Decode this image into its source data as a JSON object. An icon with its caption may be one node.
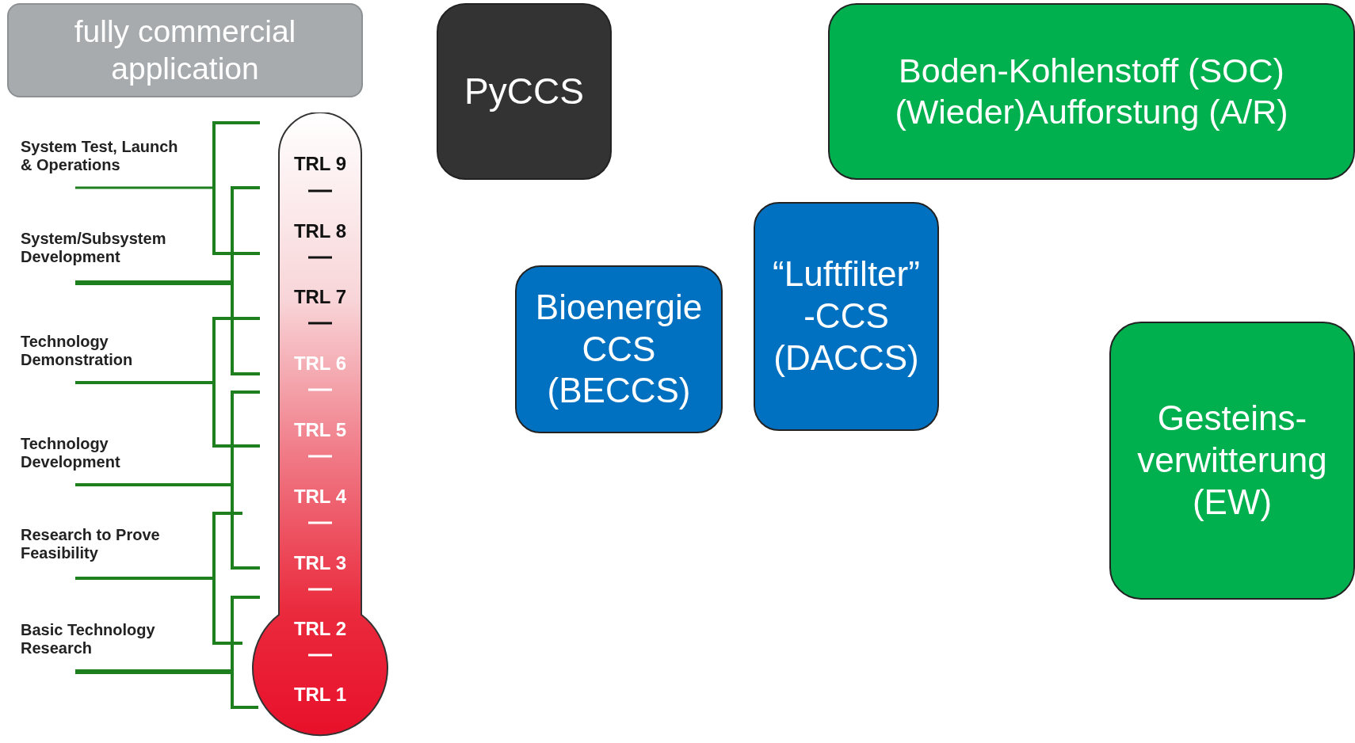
{
  "diagram": {
    "nodes": [
      {
        "text": [
          "fully commercial application"
        ]
      },
      {
        "text": [
          "PyCCS"
        ]
      },
      {
        "text": [
          "Boden-Kohlenstoff (SOC)",
          "(Wieder)Aufforstung (A/R)"
        ]
      },
      {
        "text": [
          "“Luftfilter” -CCS (DACCS)"
        ]
      },
      {
        "text": [
          "Bioenergie CCS (BECCS)"
        ]
      },
      {
        "text": [
          "Gesteins- verwitterung (EW)"
        ]
      },
      {
        "text": [
          "TRL 9",
          "TRL 8",
          "TRL 7",
          "TRL 6",
          "TRL 5",
          "TRL 4",
          "TRL 3",
          "TRL 2",
          "TRL 1"
        ]
      }
    ],
    "labels": [
      "System Test, Launch & Operations",
      "System/Subsystem Development",
      "Technology Demonstration",
      "Technology Development",
      "Research to Prove Feasibility",
      "Basic Technology Research"
    ]
  }
}
